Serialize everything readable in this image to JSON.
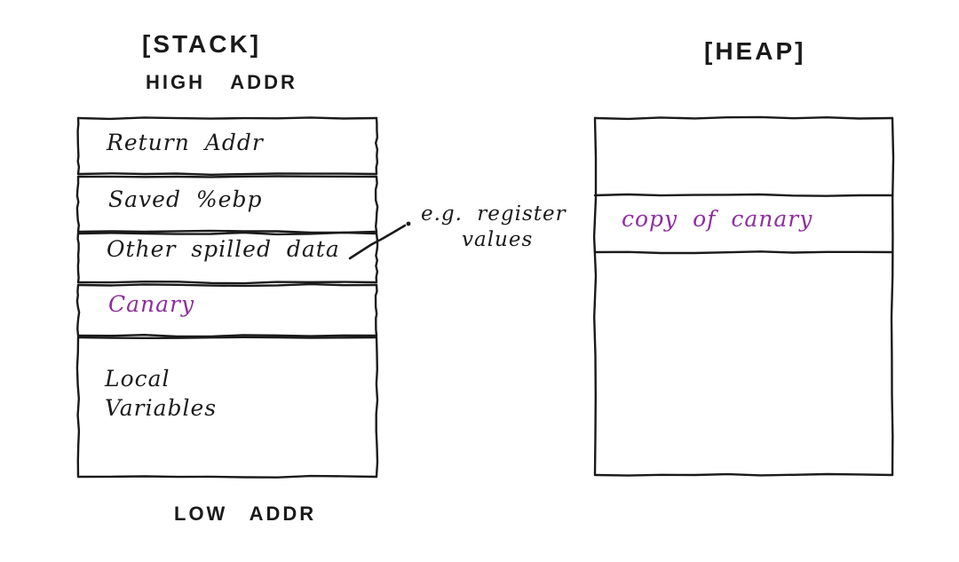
{
  "palette": {
    "ink": "#1a1a1a",
    "accent": "#8e2da0",
    "background": "#ffffff"
  },
  "stack": {
    "title": "[STACK]",
    "top_label": "HIGH ADDR",
    "bottom_label": "LOW ADDR",
    "rows": [
      {
        "label": "Return Addr",
        "accent": false
      },
      {
        "label": "Saved %ebp",
        "accent": false
      },
      {
        "label": "Other spilled data",
        "accent": false
      },
      {
        "label": "Canary",
        "accent": true
      },
      {
        "label": "Local\nVariables",
        "accent": false
      }
    ]
  },
  "annotation": {
    "line1": "e.g. register",
    "line2": "values",
    "target_row": "Other spilled data"
  },
  "heap": {
    "title": "[HEAP]",
    "rows": [
      {
        "label": "",
        "accent": false
      },
      {
        "label": "copy of canary",
        "accent": true
      },
      {
        "label": "",
        "accent": false
      }
    ]
  }
}
